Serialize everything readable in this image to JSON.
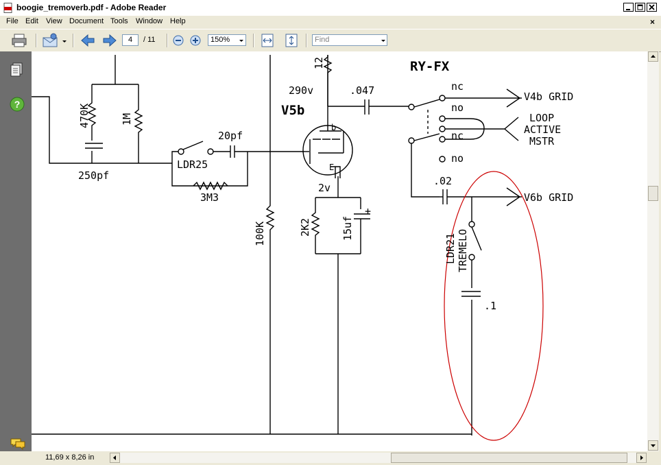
{
  "window": {
    "title": "boogie_tremoverb.pdf - Adobe Reader"
  },
  "menu": {
    "items": [
      "File",
      "Edit",
      "View",
      "Document",
      "Tools",
      "Window",
      "Help"
    ],
    "close_symbol": "×"
  },
  "toolbar": {
    "page_current": "4",
    "page_total": "/ 11",
    "zoom": "150%",
    "find_placeholder": "Find"
  },
  "status": {
    "page_size": "11,69 x 8,26 in"
  },
  "schematic": {
    "labels": {
      "r470k": "470K",
      "r1m": "1M",
      "c250pf": "250pf",
      "ldr25": "LDR25",
      "c20pf": "20pf",
      "r3m3": "3M3",
      "r100k": "100K",
      "r12": "12",
      "v290": "290v",
      "v5b": "V5b",
      "v2": "2v",
      "r2k2": "2K2",
      "c15uf": "15uf",
      "c047": ".047",
      "ryfx": "RY-FX",
      "nc1": "nc",
      "no1": "no",
      "nc2": "nc",
      "no2": "no",
      "v4b_grid": "V4b GRID",
      "loop": "LOOP",
      "active": "ACTIVE",
      "mstr": "MSTR",
      "c02": ".02",
      "v6b_grid": "V6b GRID",
      "ldr21": "LDR21",
      "tremelo": "TREMELO",
      "c1": ".1",
      "plus": "+",
      "tube_b": "b",
      "tube_e": "E"
    }
  },
  "colors": {
    "highlight_ellipse": "#cc0000",
    "app_chrome": "#ece9d8",
    "left_panel": "#6e6e6e"
  }
}
